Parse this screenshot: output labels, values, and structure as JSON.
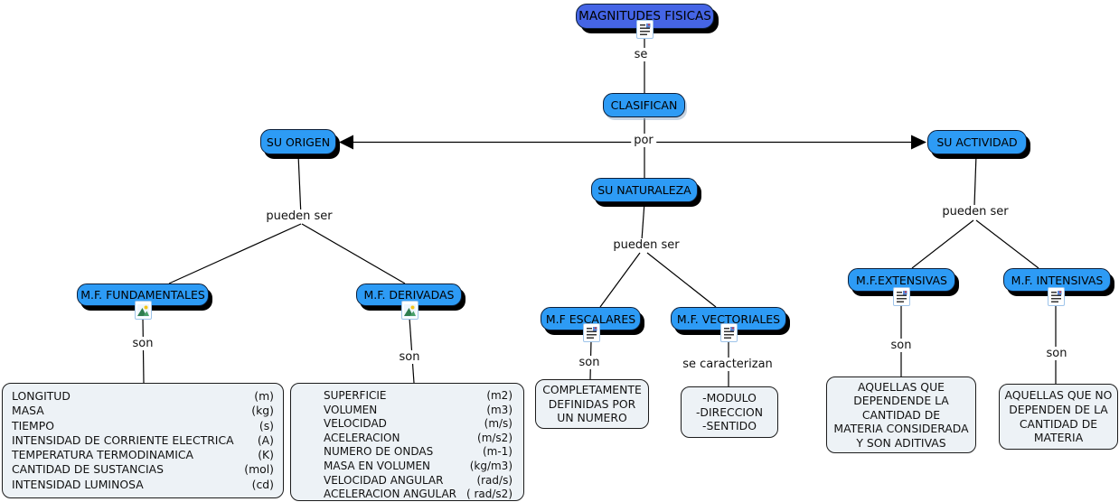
{
  "nodes": {
    "root": "MAGNITUDES FISICAS",
    "clasifican": "CLASIFICAN",
    "su_origen": "SU ORIGEN",
    "su_naturaleza": "SU NATURALEZA",
    "su_actividad": "SU ACTIVIDAD",
    "fundamentales": "M.F. FUNDAMENTALES",
    "derivadas": "M.F. DERIVADAS",
    "escalares": "M.F ESCALARES",
    "vectoriales": "M.F. VECTORIALES",
    "extensivas": "M.F.EXTENSIVAS",
    "intensivas": "M.F. INTENSIVAS"
  },
  "links": {
    "se": "se",
    "por": "por",
    "pueden_ser_origen": "pueden ser",
    "pueden_ser_naturaleza": "pueden ser",
    "pueden_ser_actividad": "pueden ser",
    "son_fundamentales": "son",
    "son_derivadas": "son",
    "son_escalares": "son",
    "se_caracterizan": "se caracterizan",
    "son_extensivas": "son",
    "son_intensivas": "son"
  },
  "fundamentales_list": {
    "rows": [
      {
        "name": "LONGITUD",
        "unit": "(m)"
      },
      {
        "name": "MASA",
        "unit": "(kg)"
      },
      {
        "name": "TIEMPO",
        "unit": "(s)"
      },
      {
        "name": "INTENSIDAD DE CORRIENTE ELECTRICA",
        "unit": "(A)"
      },
      {
        "name": "TEMPERATURA TERMODINAMICA",
        "unit": "(K)"
      },
      {
        "name": "CANTIDAD DE SUSTANCIAS",
        "unit": "(mol)"
      },
      {
        "name": "INTENSIDAD LUMINOSA",
        "unit": "(cd)"
      }
    ]
  },
  "derivadas_list": {
    "rows": [
      {
        "name": "SUPERFICIE",
        "unit": "(m2)"
      },
      {
        "name": "VOLUMEN",
        "unit": "(m3)"
      },
      {
        "name": "VELOCIDAD",
        "unit": "(m/s)"
      },
      {
        "name": "ACELERACION",
        "unit": "(m/s2)"
      },
      {
        "name": "NUMERO DE ONDAS",
        "unit": "(m-1)"
      },
      {
        "name": "MASA EN VOLUMEN",
        "unit": "(kg/m3)"
      },
      {
        "name": "VELOCIDAD ANGULAR",
        "unit": "(rad/s)"
      },
      {
        "name": "ACELERACION ANGULAR",
        "unit": "( rad/s2)"
      }
    ]
  },
  "descriptions": {
    "escalares": [
      "COMPLETAMENTE",
      "DEFINIDAS POR",
      "UN NUMERO"
    ],
    "vectoriales": [
      "-MODULO",
      "-DIRECCION",
      "-SENTIDO"
    ],
    "extensivas": [
      "AQUELLAS QUE",
      "DEPENDENDE LA",
      "CANTIDAD DE",
      "MATERIA CONSIDERADA",
      "Y SON ADITIVAS"
    ],
    "intensivas": [
      "AQUELLAS QUE NO",
      "DEPENDEN DE LA",
      "CANTIDAD DE",
      "MATERIA"
    ]
  },
  "icons": {
    "root": "document-icon",
    "fundamentales": "image-icon",
    "derivadas": "image-icon",
    "escalares": "document-icon",
    "vectoriales": "document-icon",
    "extensivas": "document-icon",
    "intensivas": "document-icon"
  },
  "colors": {
    "root_fill": "#4565e5",
    "node_fill": "#2d9bf5",
    "desc_fill": "#edf2f6",
    "line": "#000000",
    "node_text": "#000000"
  }
}
